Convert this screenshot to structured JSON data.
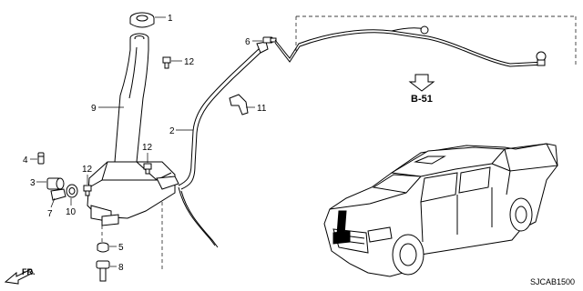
{
  "diagram": {
    "callouts": [
      {
        "id": "c1",
        "label": "1"
      },
      {
        "id": "c2",
        "label": "2"
      },
      {
        "id": "c3",
        "label": "3"
      },
      {
        "id": "c4",
        "label": "4"
      },
      {
        "id": "c5",
        "label": "5"
      },
      {
        "id": "c6",
        "label": "6"
      },
      {
        "id": "c7",
        "label": "7"
      },
      {
        "id": "c8",
        "label": "8"
      },
      {
        "id": "c9",
        "label": "9"
      },
      {
        "id": "c10",
        "label": "10"
      },
      {
        "id": "c11",
        "label": "11"
      },
      {
        "id": "c12a",
        "label": "12"
      },
      {
        "id": "c12b",
        "label": "12"
      },
      {
        "id": "c12c",
        "label": "12"
      }
    ],
    "reference_label": "B-51",
    "front_label": "FR.",
    "diagram_code": "SJCAB1500"
  }
}
